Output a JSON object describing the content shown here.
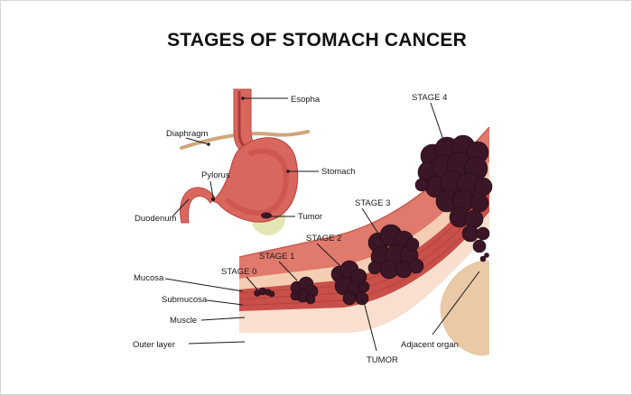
{
  "title": "STAGES OF STOMACH CANCER",
  "anatomy_labels": {
    "esophagus": "Esopha",
    "diaphragm": "Diaphragm",
    "stomach": "Stomach",
    "pylorus": "Pylorus",
    "duodenum": "Duodenum",
    "tumor": "Tumor"
  },
  "wall_layers": {
    "mucosa": "Mucosa",
    "submucosa": "Submucosa",
    "muscle": "Muscle",
    "outer_layer": "Outer layer"
  },
  "stages": {
    "stage0": "STAGE 0",
    "stage1": "STAGE 1",
    "stage2": "STAGE 2",
    "stage3": "STAGE 3",
    "stage4": "STAGE 4"
  },
  "bottom_labels": {
    "tumor": "TUMOR",
    "adjacent_organ": "Adjacent organ"
  },
  "colors": {
    "tumor": "#3a1626",
    "tumor_outline": "#220a14",
    "mucosa": "#e07a6c",
    "submucosa": "#f4cdb2",
    "muscle": "#c9504a",
    "outer_layer": "#f8dfcf",
    "stomach_body": "#d9675e",
    "stomach_inner": "#c44a46",
    "diaphragm": "#d1a57a",
    "tumor_halo": "#e3e6b4",
    "adjacent_organ": "#e9c9a6"
  }
}
